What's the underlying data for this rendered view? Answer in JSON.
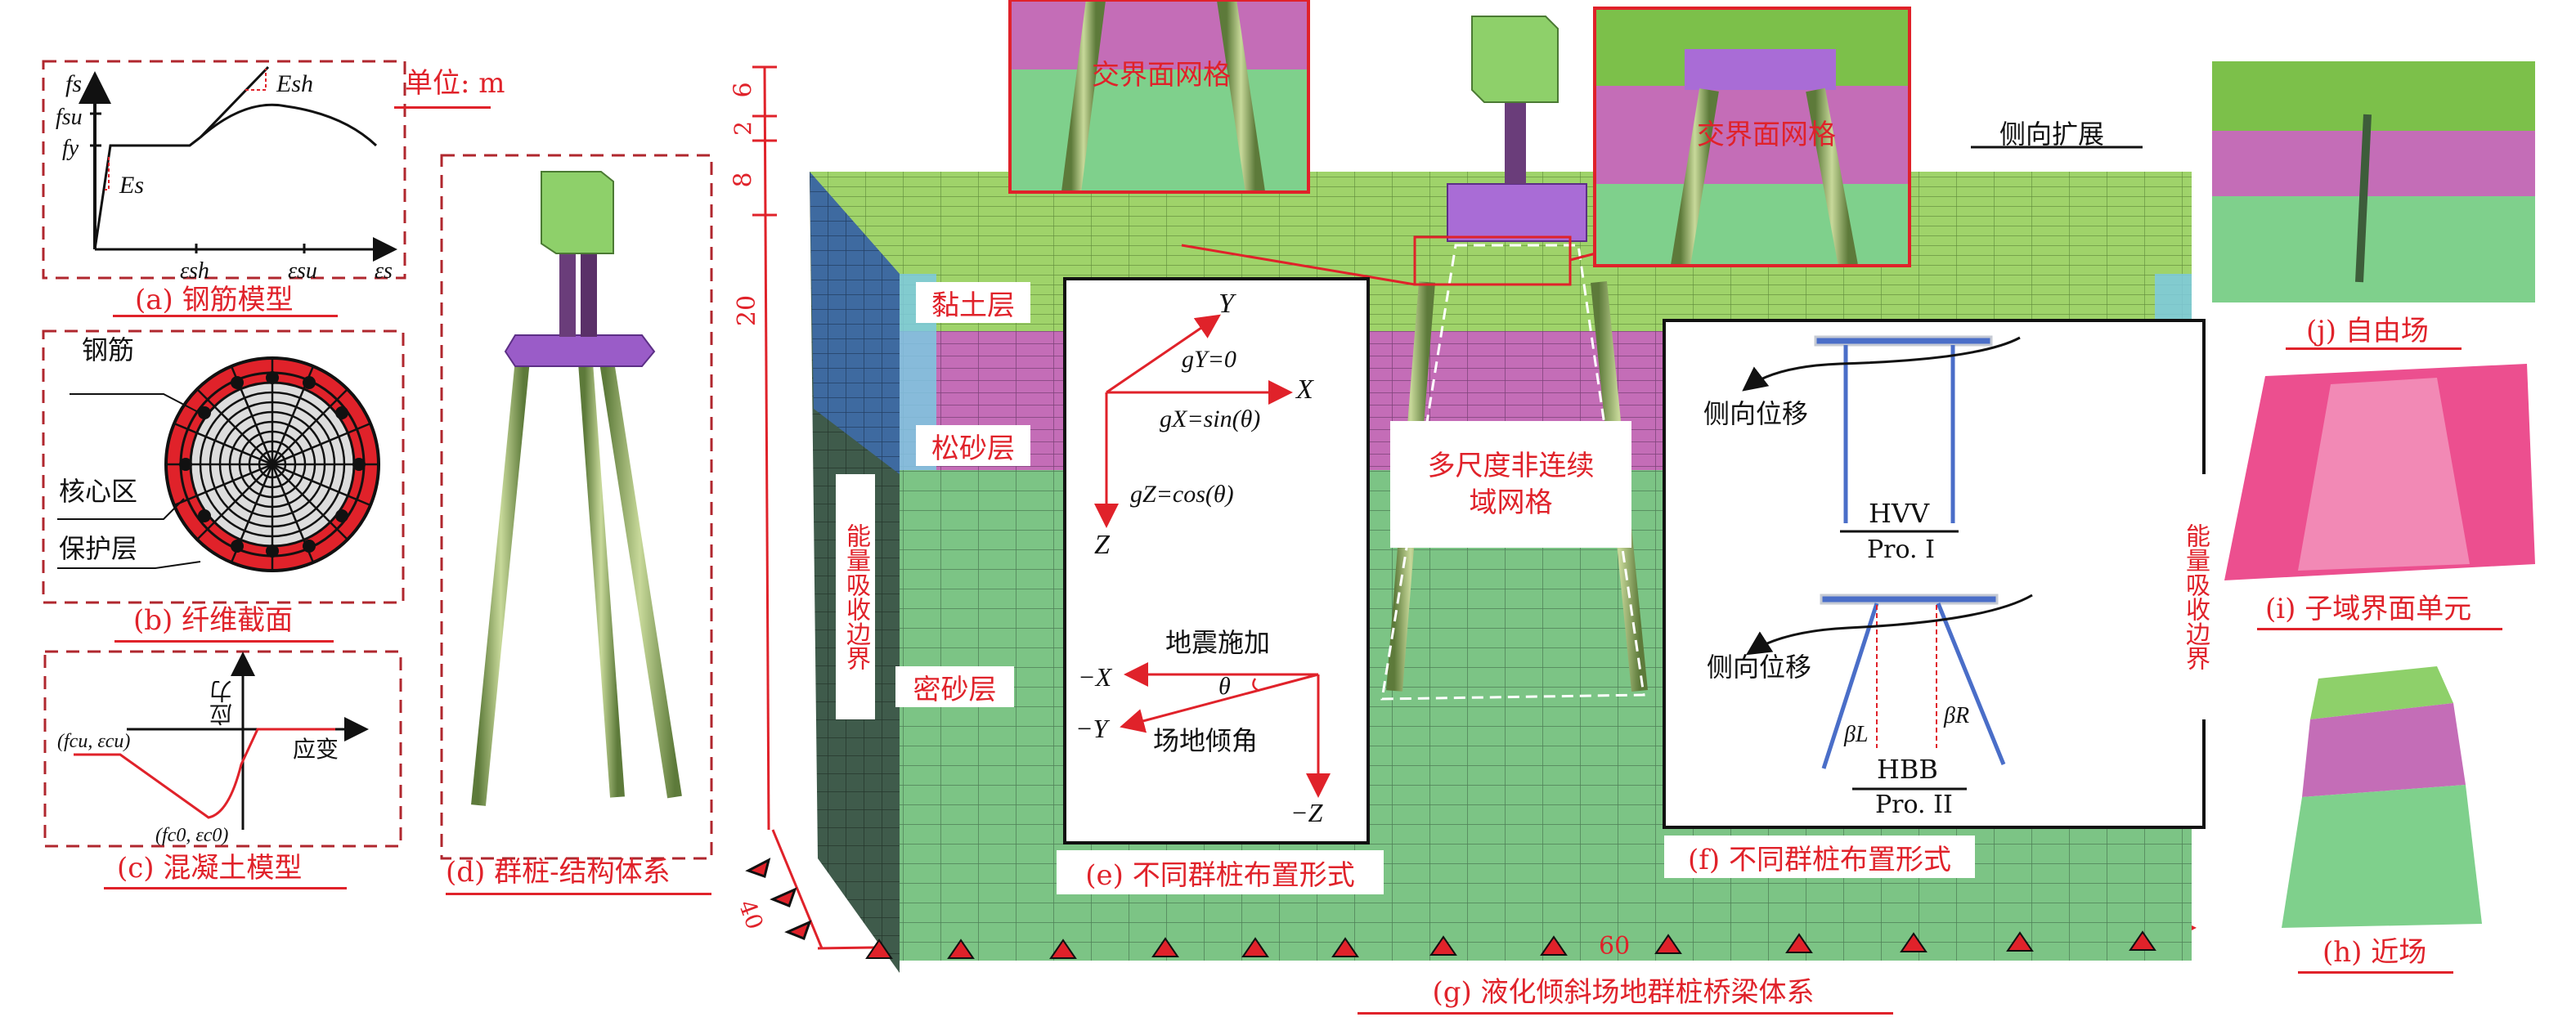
{
  "panels": {
    "a": {
      "caption": "(a) 钢筋模型",
      "fs": "fs",
      "fsu": "fsu",
      "fy": "fy",
      "Es": "Es",
      "Esh": "Esh",
      "esh": "εsh",
      "esu": "εsu",
      "es": "εs"
    },
    "b": {
      "caption": "(b) 纤维截面",
      "rebar": "钢筋",
      "core": "核心区",
      "cover": "保护层"
    },
    "c": {
      "caption": "(c) 混凝土模型",
      "stress": "应力",
      "strain": "应变",
      "ultimate": "(fcu, εcu)",
      "peak": "(fc0, εc0)"
    },
    "d": {
      "caption": "(d) 群桩-结构体系",
      "unit": "单位: m"
    },
    "dims": {
      "h1": "6",
      "h2": "2",
      "h3": "8",
      "h4": "20",
      "depth": "40",
      "width": "60"
    },
    "g": {
      "caption": "(g) 液化倾斜场地群桩桥梁体系",
      "clay": "黏土层",
      "loose_sand": "松砂层",
      "dense_sand": "密砂层",
      "absorb_left": "能量吸收边界",
      "absorb_right": "能量吸收边界",
      "multiscale": "多尺度非连续域网格",
      "interface1": "交界面网格",
      "interface2": "交界面网格",
      "lateral_spread": "侧向扩展"
    },
    "e": {
      "caption": "(e) 不同群桩布置形式",
      "Y": "Y",
      "X": "X",
      "Z": "Z",
      "gY": "gY=0",
      "gX": "gX=sin(θ)",
      "gZ": "gZ=cos(θ)",
      "quake": "地震施加",
      "negX": "−X",
      "negY": "−Y",
      "negZ": "−Z",
      "theta": "θ",
      "tilt": "场地倾角"
    },
    "f": {
      "caption": "(f) 不同群桩布置形式",
      "lateral1": "侧向位移",
      "lateral2": "侧向位移",
      "hvv": "HVV",
      "pro1": "Pro. I",
      "hbb": "HBB",
      "pro2": "Pro. II",
      "betaL": "βL",
      "betaR": "βR"
    },
    "j": {
      "caption": "(j) 自由场"
    },
    "i": {
      "caption": "(i) 子域界面单元"
    },
    "h": {
      "caption": "(h) 近场"
    }
  },
  "colors": {
    "accent": "#e0222a",
    "clay": "#8cc85a",
    "loose": "#c46db7",
    "dense": "#7cc485",
    "pile": "#8fae5c",
    "cap": "#9a5cc8"
  }
}
